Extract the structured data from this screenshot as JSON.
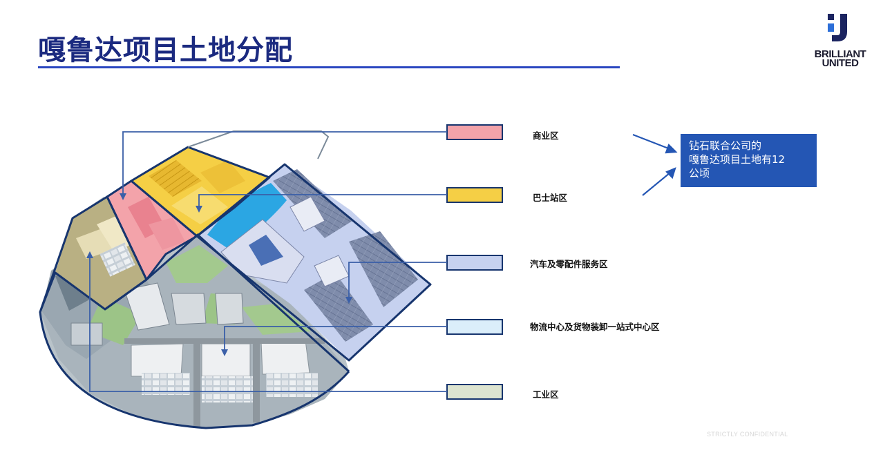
{
  "title": "嘎鲁达项目土地分配",
  "logo": {
    "line1": "BRILLIANT",
    "line2": "UNITED"
  },
  "legend": [
    {
      "label": "商业区",
      "color": "#f3a3aa"
    },
    {
      "label": "巴士站区",
      "color": "#f5cf45"
    },
    {
      "label": "汽车及零配件服务区",
      "color": "#c6d1ef"
    },
    {
      "label": "物流中心及货物装卸一站式中心区",
      "color": "#dbeefa"
    },
    {
      "label": "工业区",
      "color": "#dde4d0"
    }
  ],
  "callout": {
    "lines": [
      "钻石联合公司的",
      "嘎鲁达项目土地有12",
      "公顷"
    ],
    "color": "#2456b4"
  },
  "confidential": "STRICTLY CONFIDENTIAL",
  "colors": {
    "title": "#1b2a80",
    "rule": "#2a46c0",
    "boundary": "#17356e",
    "leader": "#3a5fa8"
  }
}
